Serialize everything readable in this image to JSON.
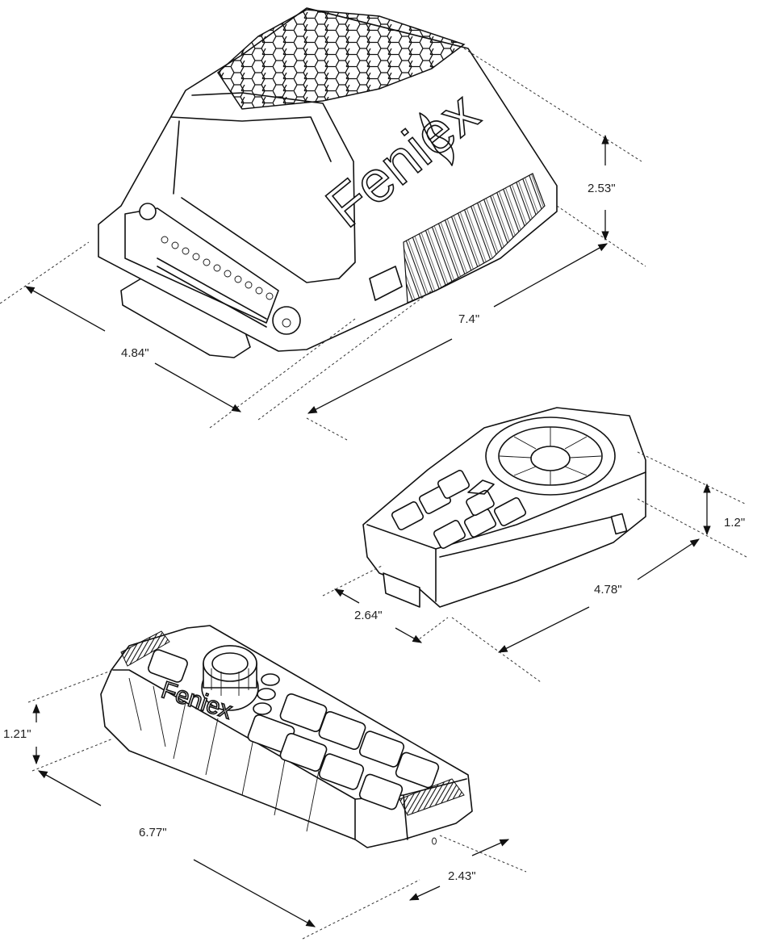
{
  "brand": {
    "logo_text": "Feniex"
  },
  "products": [
    {
      "id": "control-module",
      "dimensions": {
        "width": "4.84\"",
        "length": "7.4\"",
        "height": "2.53\""
      }
    },
    {
      "id": "handheld-controller",
      "dimensions": {
        "width": "2.64\"",
        "length": "4.78\"",
        "height": "1.2\""
      }
    },
    {
      "id": "keypad-controller",
      "dimensions": {
        "width": "2.43\"",
        "length": "6.77\"",
        "height": "1.21\""
      }
    }
  ]
}
